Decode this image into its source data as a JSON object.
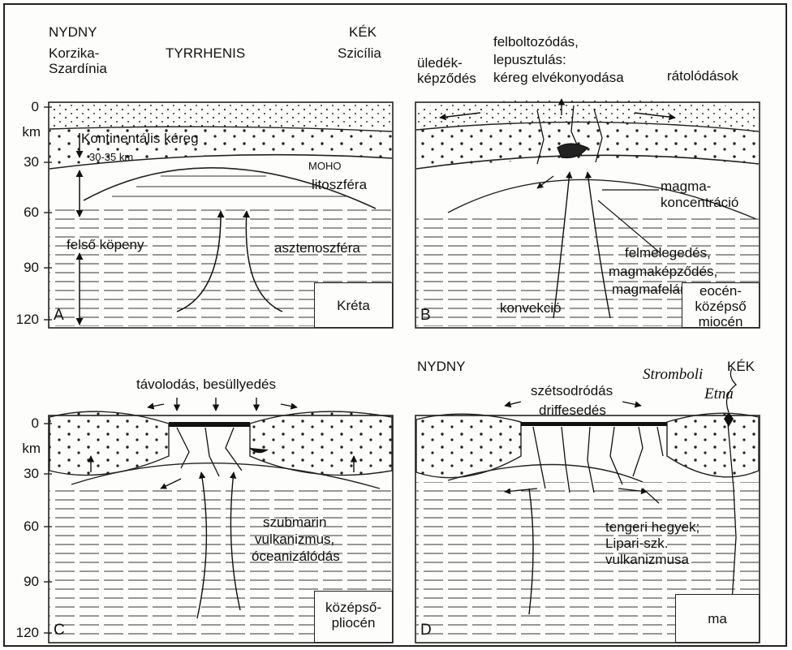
{
  "panelA": {
    "dir_west": "NYDNY",
    "dir_east": "KÉK",
    "place_west_1": "Korzika-",
    "place_west_2": "Szardínia",
    "place_center": "TYRRHENIS",
    "place_east": "Szicília",
    "crust": "Kontinentális kéreg",
    "crust_depth": "30-35 km",
    "moho": "MOHO",
    "lithosphere": "litoszféra",
    "upper_mantle": "felső köpeny",
    "asthenosphere": "asztenoszféra",
    "age": "Kréta",
    "letter": "A",
    "depths": [
      "0",
      "km",
      "30",
      "60",
      "90",
      "120"
    ]
  },
  "panelB": {
    "sediment_1": "üledék-",
    "sediment_2": "képződés",
    "uplift_1": "felboltozódás,",
    "uplift_2": "lepusztulás:",
    "uplift_3": "kéreg elvékonyodása",
    "thrust": "rátolódások",
    "magma_1": "magma-",
    "magma_2": "koncentráció",
    "heat_1": "felmelegedés,",
    "heat_2": "magmaképződés,",
    "heat_3": "magmafeláramlás",
    "convection": "konvekció",
    "age_1": "eocén-",
    "age_2": "középső",
    "age_3": "miocén",
    "letter": "B"
  },
  "panelC": {
    "rift": "távolodás, besüllyedés",
    "sub_1": "szubmarin",
    "sub_2": "vulkanizmus,",
    "sub_3": "óceanizálódás",
    "age_1": "középső-",
    "age_2": "pliocén",
    "letter": "C",
    "depths": [
      "0",
      "km",
      "30",
      "60",
      "90",
      "120"
    ]
  },
  "panelD": {
    "dir_west": "NYDNY",
    "dir_east": "KÉK",
    "drift_1": "szétsodródás",
    "drift_2": "driffesedés",
    "stromboli": "Stromboli",
    "etna": "Etna",
    "sea_1": "tengeri hegyek;",
    "sea_2": "Lipari-szk.",
    "sea_3": "vulkanizmusa",
    "age": "ma",
    "letter": "D"
  }
}
